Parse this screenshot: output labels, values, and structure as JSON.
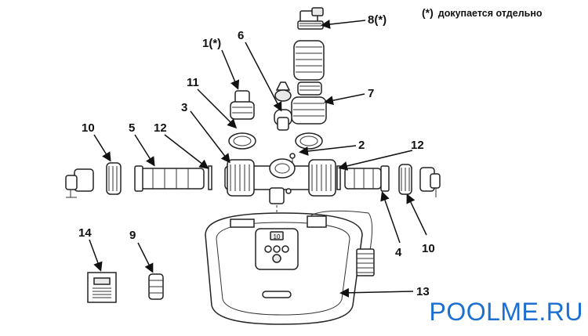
{
  "note": {
    "mark": "(*)",
    "text": "докупается отдельно"
  },
  "watermark": "POOLME.RU",
  "callouts": [
    {
      "id": "1",
      "label": "1(*)",
      "part": "adapter"
    },
    {
      "id": "2",
      "label": "2",
      "part": "screw"
    },
    {
      "id": "3",
      "label": "3",
      "part": "cell-housing"
    },
    {
      "id": "4",
      "label": "4",
      "part": "electrode-right"
    },
    {
      "id": "5",
      "label": "5",
      "part": "electrode-left"
    },
    {
      "id": "6",
      "label": "6",
      "part": "flow-sensor"
    },
    {
      "id": "7",
      "label": "7",
      "part": "union-nut-adapter"
    },
    {
      "id": "8",
      "label": "8(*)",
      "part": "hose-fitting"
    },
    {
      "id": "9",
      "label": "9",
      "part": "nut"
    },
    {
      "id": "10a",
      "label": "10",
      "part": "ring-nut-left"
    },
    {
      "id": "10b",
      "label": "10",
      "part": "ring-nut-right"
    },
    {
      "id": "11",
      "label": "11",
      "part": "o-ring"
    },
    {
      "id": "12a",
      "label": "12",
      "part": "gasket-left"
    },
    {
      "id": "12b",
      "label": "12",
      "part": "gasket-right"
    },
    {
      "id": "13",
      "label": "13",
      "part": "control-unit"
    },
    {
      "id": "14",
      "label": "14",
      "part": "manual"
    }
  ],
  "display_value": "10"
}
